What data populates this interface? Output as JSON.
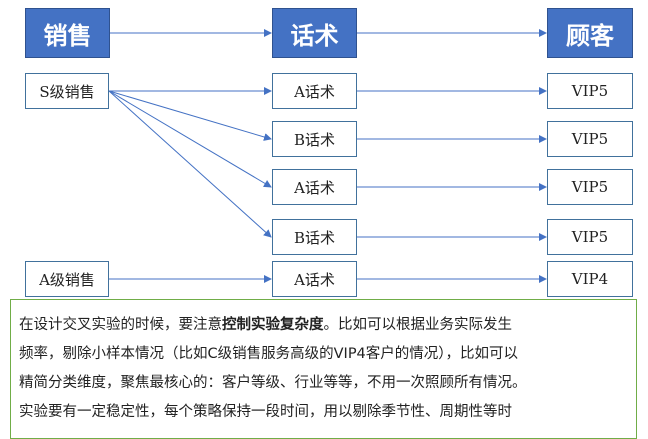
{
  "headers": {
    "sales": "销售",
    "script": "话术",
    "customer": "顾客"
  },
  "sales_boxes": [
    "S级销售",
    "A级销售"
  ],
  "script_boxes": [
    "A话术",
    "B话术",
    "A话术",
    "B话术",
    "A话术"
  ],
  "customer_boxes": [
    "VIP5",
    "VIP5",
    "VIP5",
    "VIP5",
    "VIP4"
  ],
  "note": {
    "line1_a": "在设计交叉实验的时候，要注意",
    "line1_bold": "控制实验复杂度",
    "line1_b": "。比如可以根据业务实际发生",
    "line2": "频率，剔除小样本情况（比如C级销售服务高级的VIP4客户的情况），比如可以",
    "line3": "精简分类维度，聚焦最核心的：客户等级、行业等等，不用一次照顾所有情况。",
    "line4": "实验要有一定稳定性，每个策略保持一段时间，用以剔除季节性、周期性等时"
  },
  "colors": {
    "header_fill": "#4472c4",
    "box_border": "#41719c",
    "arrow": "#4472c4",
    "note_border": "#70ad47"
  }
}
